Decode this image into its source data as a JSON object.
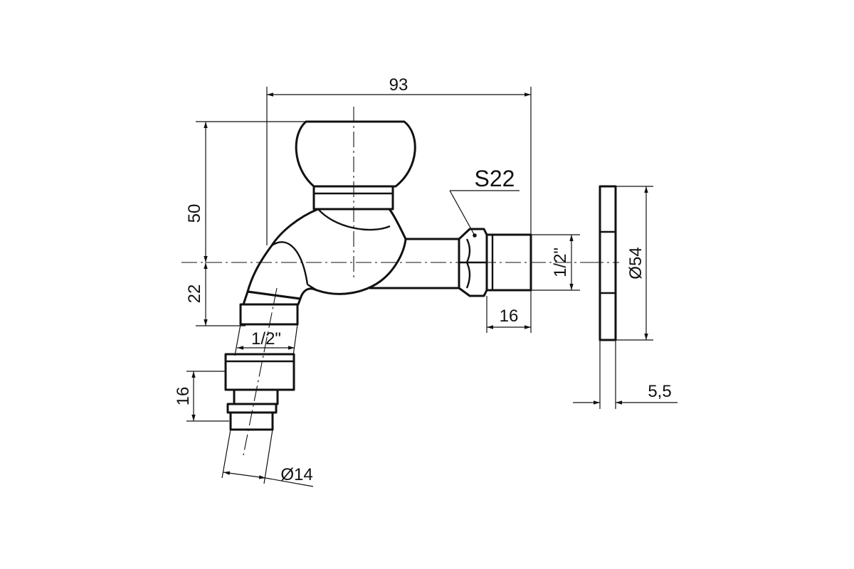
{
  "dimensions": {
    "overall_length": "93",
    "height_to_centre": "50",
    "centre_to_outlet": "22",
    "hex_size": "S22",
    "inlet_thread": "1/2\"",
    "inlet_length": "16",
    "outlet_thread": "1/2\"",
    "nozzle_length": "16",
    "nozzle_diameter": "Ø14",
    "rosette_diameter": "Ø54",
    "rosette_thickness": "5,5"
  },
  "colors": {
    "line": "#111111",
    "background": "#ffffff"
  }
}
